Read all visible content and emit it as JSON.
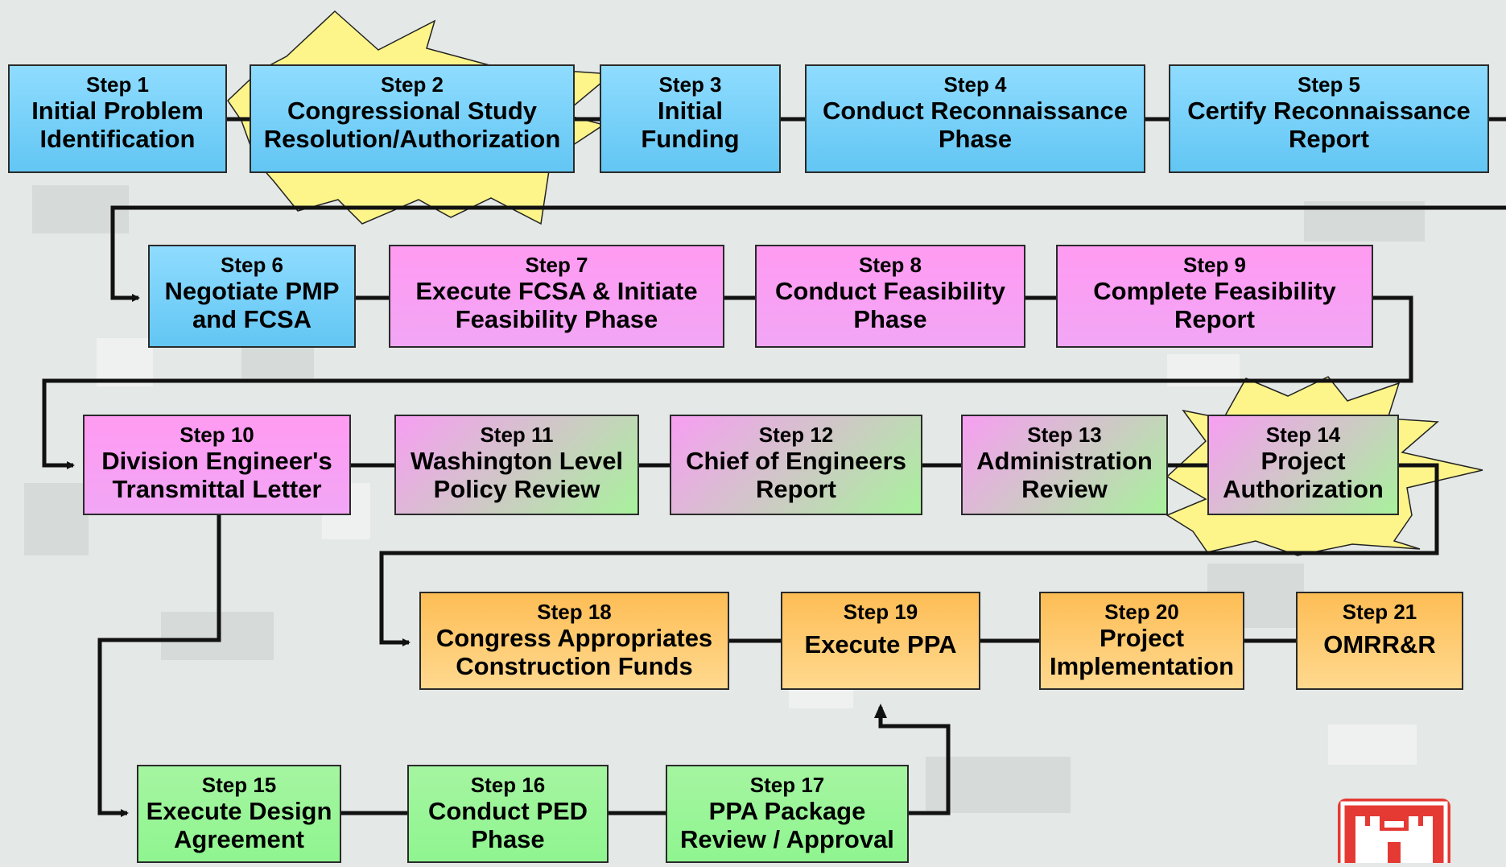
{
  "steps": [
    {
      "id": "s1",
      "label": "Step 1",
      "title": [
        "Initial Problem",
        "Identification"
      ]
    },
    {
      "id": "s2",
      "label": "Step 2",
      "title": [
        "Congressional Study",
        "Resolution/Authorization"
      ]
    },
    {
      "id": "s3",
      "label": "Step 3",
      "title": [
        "Initial",
        "Funding"
      ]
    },
    {
      "id": "s4",
      "label": "Step 4",
      "title": [
        "Conduct Reconnaissance",
        "Phase"
      ]
    },
    {
      "id": "s5",
      "label": "Step 5",
      "title": [
        "Certify Reconnaissance",
        "Report"
      ]
    },
    {
      "id": "s6",
      "label": "Step 6",
      "title": [
        "Negotiate PMP",
        "and FCSA"
      ]
    },
    {
      "id": "s7",
      "label": "Step 7",
      "title": [
        "Execute FCSA & Initiate",
        "Feasibility Phase"
      ]
    },
    {
      "id": "s8",
      "label": "Step 8",
      "title": [
        "Conduct Feasibility",
        "Phase"
      ]
    },
    {
      "id": "s9",
      "label": "Step 9",
      "title": [
        "Complete Feasibility",
        "Report"
      ]
    },
    {
      "id": "s10",
      "label": "Step 10",
      "title": [
        "Division Engineer's",
        "Transmittal Letter"
      ]
    },
    {
      "id": "s11",
      "label": "Step 11",
      "title": [
        "Washington Level",
        "Policy Review"
      ]
    },
    {
      "id": "s12",
      "label": "Step 12",
      "title": [
        "Chief of Engineers",
        "Report"
      ]
    },
    {
      "id": "s13",
      "label": "Step 13",
      "title": [
        "Administration",
        "Review"
      ]
    },
    {
      "id": "s14",
      "label": "Step 14",
      "title": [
        "Project",
        "Authorization"
      ]
    },
    {
      "id": "s15",
      "label": "Step 15",
      "title": [
        "Execute Design",
        "Agreement"
      ]
    },
    {
      "id": "s16",
      "label": "Step 16",
      "title": [
        "Conduct PED",
        "Phase"
      ]
    },
    {
      "id": "s17",
      "label": "Step 17",
      "title": [
        "PPA Package",
        "Review / Approval"
      ]
    },
    {
      "id": "s18",
      "label": "Step 18",
      "title": [
        "Congress Appropriates",
        "Construction Funds"
      ]
    },
    {
      "id": "s19",
      "label": "Step 19",
      "title": [
        "Execute PPA"
      ]
    },
    {
      "id": "s20",
      "label": "Step 20",
      "title": [
        "Project",
        "Implementation"
      ]
    },
    {
      "id": "s21",
      "label": "Step 21",
      "title": [
        "OMRR&R"
      ]
    }
  ],
  "colors": {
    "connector": "#111111",
    "starburst": "#fdf58a",
    "blue": "#62c6f3",
    "pink": "#f2a6f5",
    "orange": "#fdbd55",
    "green": "#9ff59a",
    "logo": "#e43a33"
  },
  "icons": {
    "logo": "castle-logo-icon"
  }
}
